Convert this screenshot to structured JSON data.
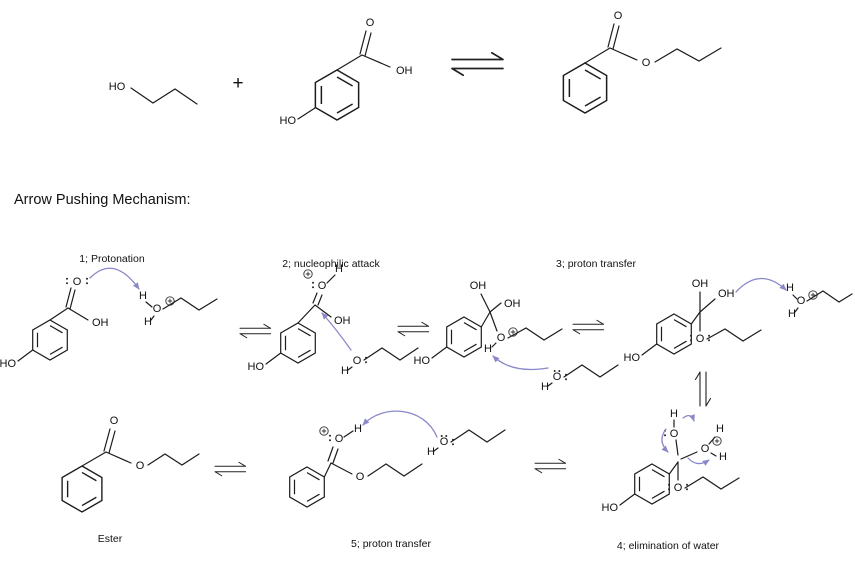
{
  "title": "Arrow Pushing Mechanism:",
  "reaction": {
    "plus": "+"
  },
  "labels": {
    "step1": "1; Protonation",
    "step2": "2; nucleophilic attack",
    "step3": "3; proton transfer",
    "step4": "4; elimination of water",
    "step5": "5; proton transfer",
    "ester": "Ester"
  },
  "atoms": {
    "ho": "HO",
    "oh": "OH",
    "o": "O",
    "h": "H"
  },
  "colors": {
    "bond": "#1c1c1c",
    "text": "#111111",
    "mechanism_arrow": "#8a88c8",
    "equilibrium_arrow": "#222222",
    "background": "#ffffff"
  }
}
